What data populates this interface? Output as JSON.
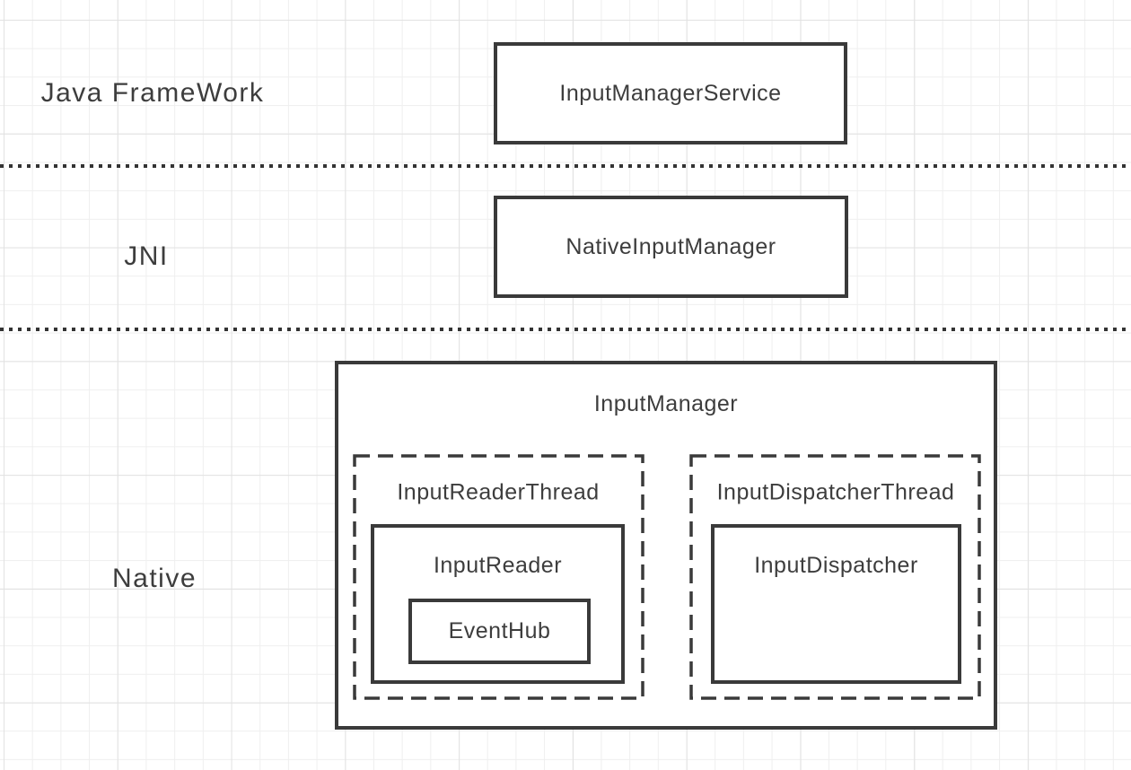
{
  "layers": [
    {
      "label": "Java FrameWork"
    },
    {
      "label": "JNI"
    },
    {
      "label": "Native"
    }
  ],
  "nodes": {
    "input_manager_service": {
      "label": "InputManagerService"
    },
    "native_input_manager": {
      "label": "NativeInputManager"
    },
    "input_manager": {
      "label": "InputManager"
    },
    "input_reader_thread": {
      "label": "InputReaderThread"
    },
    "input_reader": {
      "label": "InputReader"
    },
    "event_hub": {
      "label": "EventHub"
    },
    "input_dispatcher_thread": {
      "label": "InputDispatcherThread"
    },
    "input_dispatcher": {
      "label": "InputDispatcher"
    }
  },
  "colors": {
    "border": "#3a3a3a",
    "text": "#3d3d3d",
    "background": "#ffffff",
    "grid_minor": "#efefef",
    "grid_major": "#e2e2e2",
    "separator_dot": "#333333"
  }
}
